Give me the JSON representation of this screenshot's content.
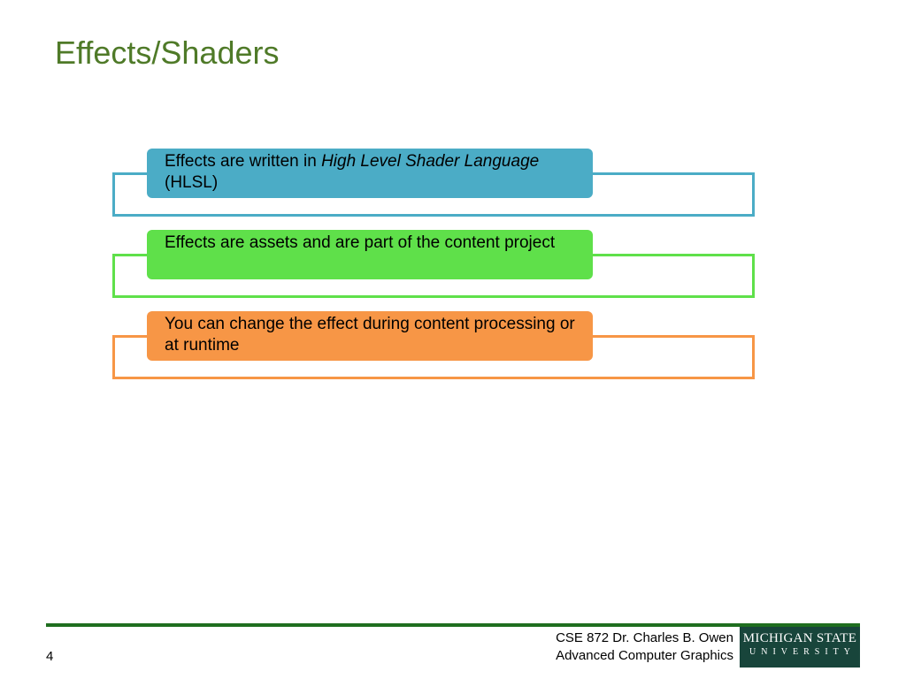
{
  "slide": {
    "title": "Effects/Shaders",
    "number": "4"
  },
  "items": [
    {
      "text_before": "Effects are written in ",
      "text_italic": "High Level Shader Language",
      "text_after": " (HLSL)",
      "box_color": "#4BACC6",
      "frame_color": "#4BACC6",
      "text_color": "#000000"
    },
    {
      "text_before": "Effects are assets and are part of the content project",
      "text_italic": "",
      "text_after": "",
      "box_color": "#5FE04A",
      "frame_color": "#5FE04A",
      "text_color": "#000000"
    },
    {
      "text_before": "You can change the effect during content processing or at runtime",
      "text_italic": "",
      "text_after": "",
      "box_color": "#F79646",
      "frame_color": "#F79646",
      "text_color": "#000000"
    }
  ],
  "footer": {
    "line1": "CSE 872 Dr. Charles B. Owen",
    "line2": "Advanced Computer Graphics",
    "line_color": "#1F6E1F"
  },
  "logo": {
    "line1": "MICHIGAN STATE",
    "line2": "UNIVERSITY",
    "bg_color": "#18453B"
  },
  "colors": {
    "title": "#4F7A28"
  }
}
